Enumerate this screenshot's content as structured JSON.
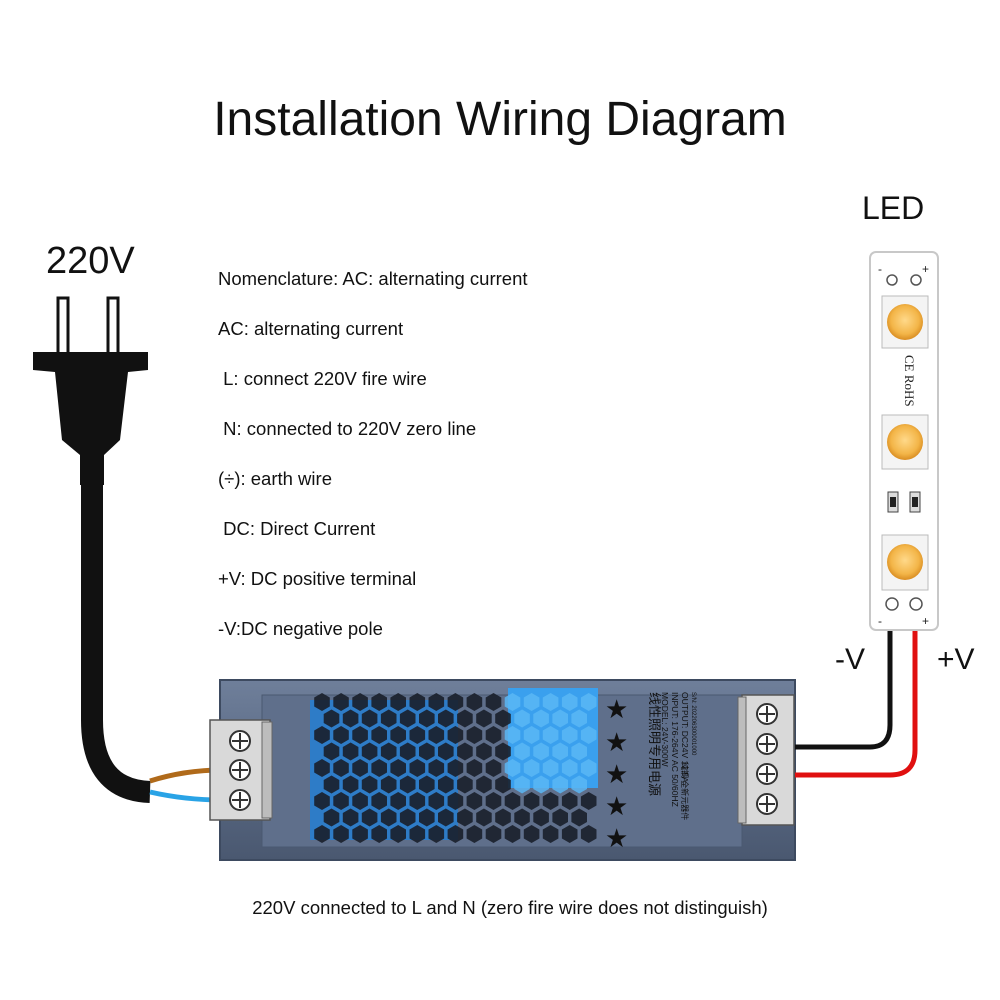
{
  "title": "Installation Wiring Diagram",
  "input_voltage_label": "220V",
  "led_label": "LED",
  "legend": [
    "Nomenclature: AC: alternating current",
    "AC: alternating current",
    " L: connect 220V fire wire",
    " N: connected to 220V zero line",
    "(÷): earth wire",
    " DC: Direct Current",
    "+V: DC positive terminal",
    "-V:DC negative pole"
  ],
  "negative_label": "-V",
  "positive_label": "+V",
  "caption": "220V connected to L and N (zero fire wire does not distinguish)",
  "led_strip_text": "CE RoHS",
  "psu_text": {
    "title_cn": "线性照明专用电源",
    "model": "MODEL: 24V-300W",
    "input": "INPUT: 176-264V AC 50/60HZ",
    "output": "OUTPUT: DC24V 12.5A",
    "cn_brand": "纯铜 全新元器件",
    "serial": "S/N: 202206300001000"
  },
  "colors": {
    "wire_brown": "#b06a1a",
    "wire_blue": "#29a3e6",
    "wire_black": "#111111",
    "wire_red": "#e01010",
    "psu_body": "#5b6b86",
    "led_chip": "#f3b548"
  }
}
